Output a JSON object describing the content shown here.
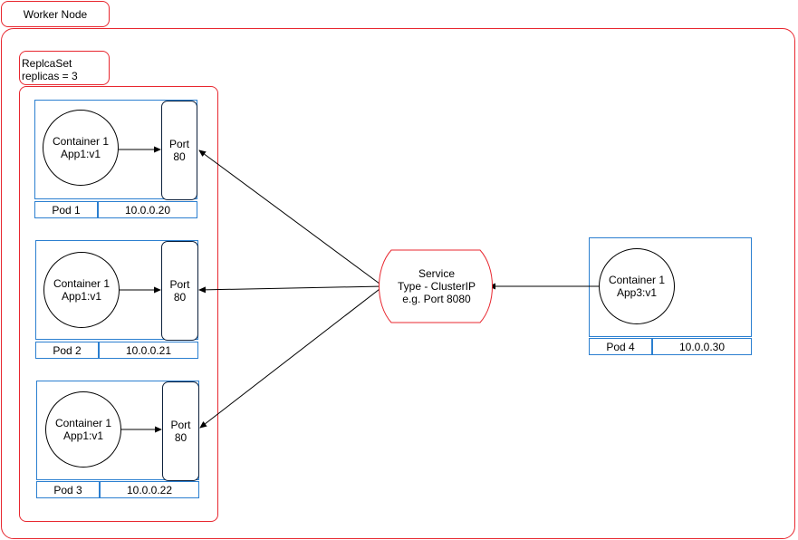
{
  "worker_node": {
    "label": "Worker Node"
  },
  "replicaset": {
    "label": "ReplcaSet\nreplicas = 3"
  },
  "pods": [
    {
      "container": "Container 1\nApp1:v1",
      "port": "Port\n80",
      "name": "Pod 1",
      "ip": "10.0.0.20"
    },
    {
      "container": "Container 1\nApp1:v1",
      "port": "Port\n80",
      "name": "Pod 2",
      "ip": "10.0.0.21"
    },
    {
      "container": "Container 1\nApp1:v1",
      "port": "Port\n80",
      "name": "Pod 3",
      "ip": "10.0.0.22"
    }
  ],
  "service": {
    "label": "Service\nType - ClusterIP\ne.g. Port 8080"
  },
  "pod4": {
    "container": "Container 1\nApp3:v1",
    "name": "Pod 4",
    "ip": "10.0.0.30"
  },
  "colors": {
    "node_border": "#e8272f",
    "pod_border": "#2b7fd0",
    "port_border": "#0b1f3a"
  }
}
